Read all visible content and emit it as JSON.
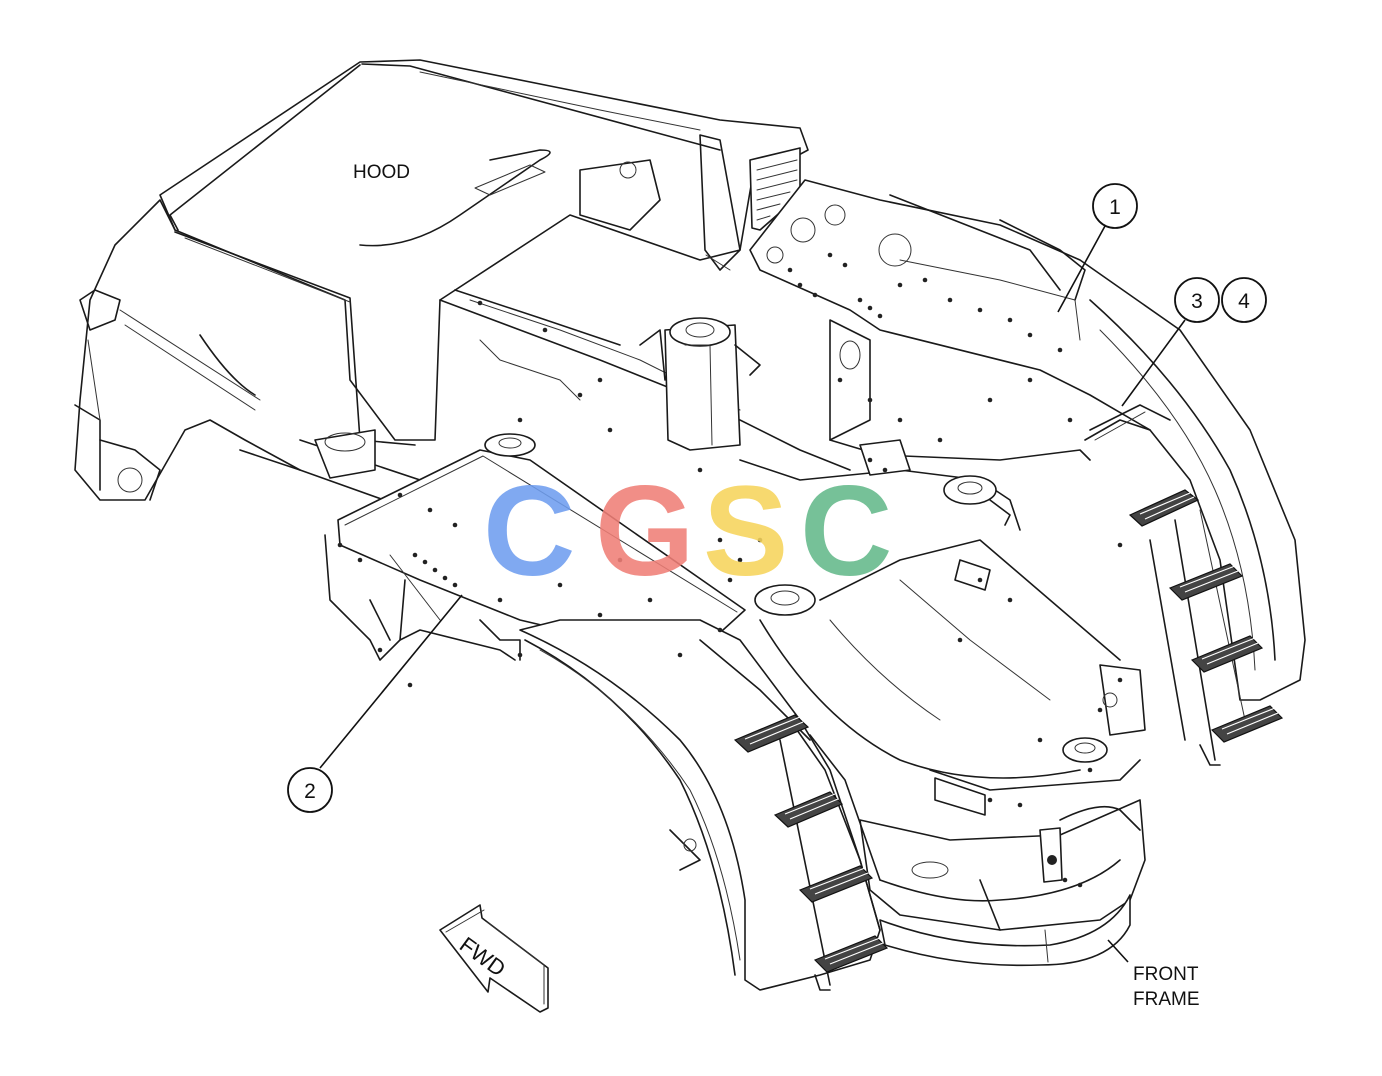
{
  "labels": {
    "hood": "HOOD",
    "front_frame_line1": "FRONT",
    "front_frame_line2": "FRAME",
    "fwd": "FWD"
  },
  "callouts": [
    {
      "id": "1",
      "label": "1"
    },
    {
      "id": "2",
      "label": "2"
    },
    {
      "id": "3",
      "label": "3"
    },
    {
      "id": "4",
      "label": "4"
    }
  ],
  "watermark": {
    "text": "CGSC",
    "letters": [
      "C",
      "G",
      "S",
      "C"
    ],
    "colors": [
      "#6f9ef0",
      "#f07f77",
      "#f6d45c",
      "#64b98a"
    ]
  }
}
